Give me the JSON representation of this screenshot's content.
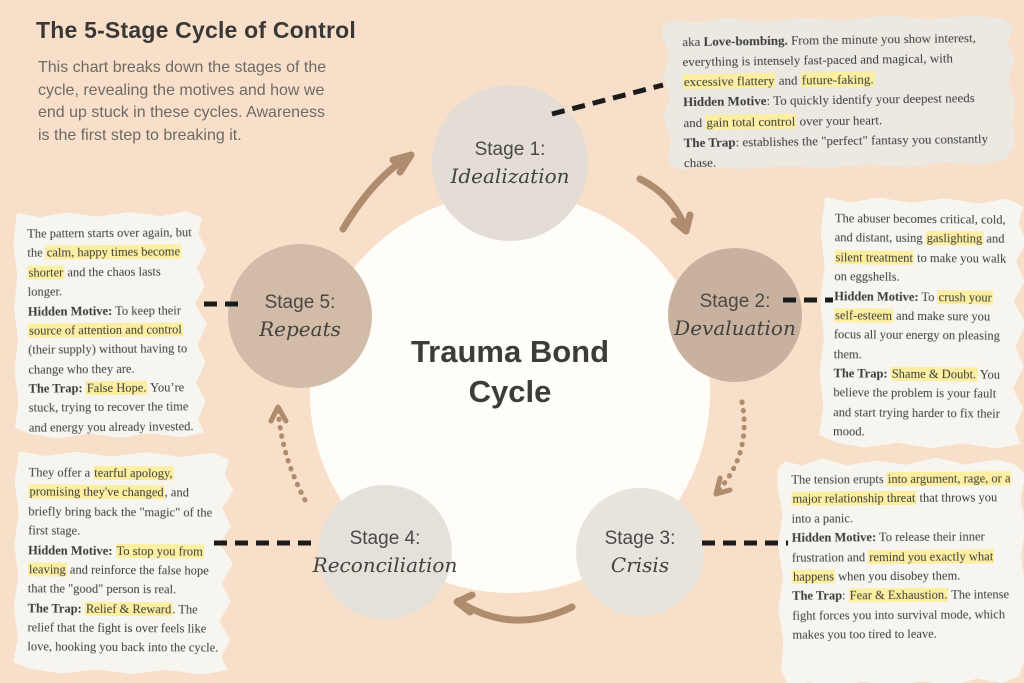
{
  "header": {
    "title": "The 5-Stage Cycle of Control",
    "subtitle": "This chart breaks down the stages of the cycle, revealing the motives and how we end up stuck in these cycles. Awareness is the first step to breaking it."
  },
  "center": {
    "line1": "Trauma Bond",
    "line2": "Cycle"
  },
  "stages": [
    {
      "label": "Stage 1:",
      "name": "Idealization"
    },
    {
      "label": "Stage 2:",
      "name": "Devaluation"
    },
    {
      "label": "Stage 3:",
      "name": "Crisis"
    },
    {
      "label": "Stage 4:",
      "name": "Reconciliation"
    },
    {
      "label": "Stage 5:",
      "name": "Repeats"
    }
  ],
  "notes": [
    {
      "stage": "stage-1",
      "paragraphs": [
        [
          [
            "aka ",
            ""
          ],
          [
            "Love-bombing.",
            "b"
          ],
          [
            " From the minute you show interest, everything is intensely fast-paced and magical, with ",
            ""
          ],
          [
            "excessive flattery",
            "h"
          ],
          [
            " and ",
            ""
          ],
          [
            "future-faking.",
            "h"
          ]
        ],
        [
          [
            "Hidden Motive",
            "b"
          ],
          [
            ": To quickly identify your deepest needs and ",
            ""
          ],
          [
            "gain total control",
            "h"
          ],
          [
            " over your heart.",
            ""
          ]
        ],
        [
          [
            "The Trap",
            "b"
          ],
          [
            ": establishes the \"perfect\" fantasy you constantly chase.",
            ""
          ]
        ]
      ]
    },
    {
      "stage": "stage-2",
      "paragraphs": [
        [
          [
            "The abuser becomes critical, cold, and distant, using ",
            ""
          ],
          [
            "gaslighting",
            "h"
          ],
          [
            " and ",
            ""
          ],
          [
            "silent treatment",
            "h"
          ],
          [
            " to make you walk on eggshells.",
            ""
          ]
        ],
        [
          [
            "Hidden Motive:",
            "b"
          ],
          [
            " To ",
            ""
          ],
          [
            "crush your self-esteem",
            "h"
          ],
          [
            " and make sure you focus all your energy on pleasing them.",
            ""
          ]
        ],
        [
          [
            "The Trap:",
            "b"
          ],
          [
            " ",
            ""
          ],
          [
            "Shame & Doubt.",
            "h"
          ],
          [
            " You believe the problem is your fault and start trying harder to fix their mood.",
            ""
          ]
        ]
      ]
    },
    {
      "stage": "stage-3",
      "paragraphs": [
        [
          [
            "The tension erupts ",
            ""
          ],
          [
            "into argument, rage, or a major relationship threat",
            "h"
          ],
          [
            " that throws you into a panic.",
            ""
          ]
        ],
        [
          [
            "Hidden Motive:",
            "b"
          ],
          [
            " To release their inner frustration and ",
            ""
          ],
          [
            "remind you exactly what happens",
            "h"
          ],
          [
            " when you disobey them.",
            ""
          ]
        ],
        [
          [
            "The Trap",
            "b"
          ],
          [
            ": ",
            ""
          ],
          [
            "Fear & Exhaustion.",
            "h"
          ],
          [
            " The intense fight forces you into survival mode, which makes you too tired to leave.",
            ""
          ]
        ]
      ]
    },
    {
      "stage": "stage-4",
      "paragraphs": [
        [
          [
            "They offer a ",
            ""
          ],
          [
            "tearful apology, promising they've changed",
            "h"
          ],
          [
            ", and briefly bring back the \"magic\" of the first stage.",
            ""
          ]
        ],
        [
          [
            "Hidden Motive:",
            "b"
          ],
          [
            " ",
            ""
          ],
          [
            "To stop you from leaving",
            "h"
          ],
          [
            " and reinforce the false hope that the \"good\" person is real.",
            ""
          ]
        ],
        [
          [
            "The Trap:",
            "b"
          ],
          [
            " ",
            ""
          ],
          [
            "Relief & Reward",
            "h"
          ],
          [
            ". The relief that the fight is over feels like love, hooking you back into the cycle.",
            ""
          ]
        ]
      ]
    },
    {
      "stage": "stage-5",
      "paragraphs": [
        [
          [
            "The pattern starts over again, but the ",
            ""
          ],
          [
            "calm, happy times become shorter",
            "h"
          ],
          [
            " and the chaos lasts longer.",
            ""
          ]
        ],
        [
          [
            "Hidden Motive:",
            "b"
          ],
          [
            " To keep their ",
            ""
          ],
          [
            "source of attention and control",
            "h"
          ],
          [
            " (their supply) without having to change who they are.",
            ""
          ]
        ],
        [
          [
            "The Trap:",
            "b"
          ],
          [
            " ",
            ""
          ],
          [
            "False Hope.",
            "h"
          ],
          [
            " You’re stuck, trying to recover the time and energy you already invested.",
            ""
          ]
        ]
      ]
    }
  ],
  "colors": {
    "background": "#f8dfc9",
    "paper": "#f6f5f0",
    "paper_top_note": "#ebe9e2",
    "highlight": "#fcefa1",
    "arrow_brown": "#b08c6e",
    "connector_black": "#1b1b1b",
    "stage_light_gray": "#e5dfd8",
    "stage_tan": "#cdb5a4",
    "center_circle": "#fffdf8",
    "title_text": "#3a3836",
    "subtitle_text": "#6e6a66"
  }
}
